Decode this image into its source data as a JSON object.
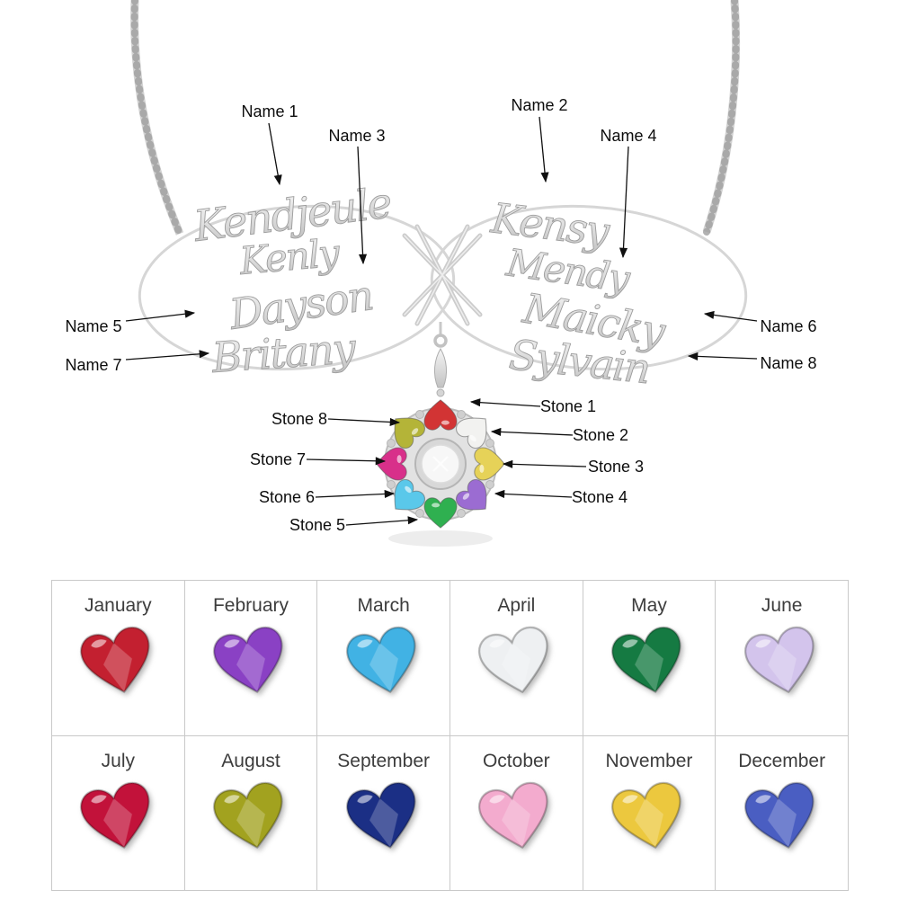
{
  "necklace": {
    "names": [
      {
        "callout": "Name 1",
        "engraving": "Kendjeule"
      },
      {
        "callout": "Name 2",
        "engraving": "Kensy"
      },
      {
        "callout": "Name 3",
        "engraving": "Kenly"
      },
      {
        "callout": "Name 4",
        "engraving": "Mendy"
      },
      {
        "callout": "Name 5",
        "engraving": "Dayson"
      },
      {
        "callout": "Name 6",
        "engraving": "Maicky"
      },
      {
        "callout": "Name 7",
        "engraving": "Britany"
      },
      {
        "callout": "Name 8",
        "engraving": "Sylvain"
      }
    ],
    "stones": [
      {
        "callout": "Stone 1",
        "color": "#d23434"
      },
      {
        "callout": "Stone 2",
        "color": "#f2f2f0"
      },
      {
        "callout": "Stone 3",
        "color": "#e6d258"
      },
      {
        "callout": "Stone 4",
        "color": "#9b6cd2"
      },
      {
        "callout": "Stone 5",
        "color": "#2fb050"
      },
      {
        "callout": "Stone 6",
        "color": "#5ac8ea"
      },
      {
        "callout": "Stone 7",
        "color": "#d8308a"
      },
      {
        "callout": "Stone 8",
        "color": "#b4b438"
      }
    ],
    "metal_color": "#d9d9d9"
  },
  "birthstone_table": {
    "months": [
      {
        "label": "January",
        "color": "#c32030"
      },
      {
        "label": "February",
        "color": "#8a41c4"
      },
      {
        "label": "March",
        "color": "#41b2e4"
      },
      {
        "label": "April",
        "color": "#eef0f2"
      },
      {
        "label": "May",
        "color": "#157a42"
      },
      {
        "label": "June",
        "color": "#d3c4ec"
      },
      {
        "label": "July",
        "color": "#c2123a"
      },
      {
        "label": "August",
        "color": "#a2a21f"
      },
      {
        "label": "September",
        "color": "#1b2f85"
      },
      {
        "label": "October",
        "color": "#f3abce"
      },
      {
        "label": "November",
        "color": "#ecc83e"
      },
      {
        "label": "December",
        "color": "#4a5ec2"
      }
    ]
  }
}
